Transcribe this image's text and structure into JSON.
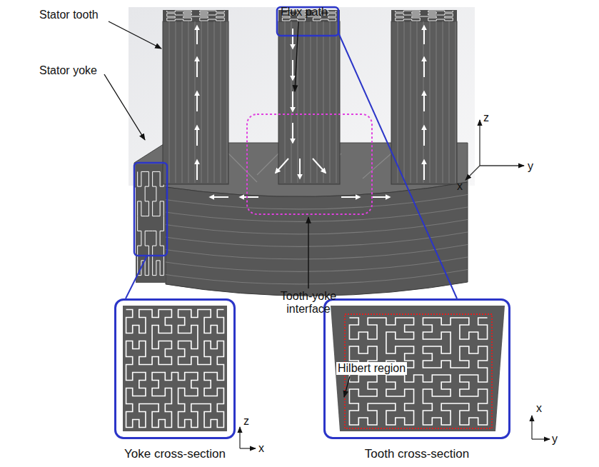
{
  "diagram": {
    "nodes": [
      {
        "text": [
          "Yoke cross-section"
        ]
      },
      {
        "text": [
          "Tooth cross-section"
        ]
      }
    ],
    "labels": [
      "Stator tooth",
      "Flux path",
      "Stator yoke",
      "Tooth-yoke interface",
      "Hilbert region",
      "z",
      "y",
      "x",
      "z",
      "x",
      "x",
      "y"
    ]
  }
}
